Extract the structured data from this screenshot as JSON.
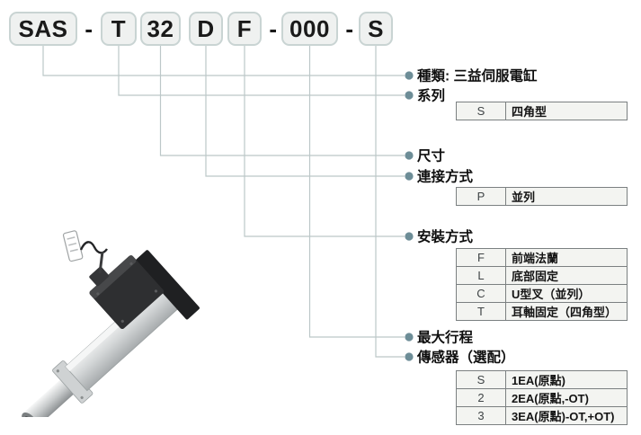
{
  "model_code": {
    "segments": [
      {
        "text": "SAS",
        "kind": "box"
      },
      {
        "text": "-",
        "kind": "dash"
      },
      {
        "text": "T",
        "kind": "box"
      },
      {
        "text": "32",
        "kind": "box"
      },
      {
        "text": "D",
        "kind": "box"
      },
      {
        "text": "F",
        "kind": "box"
      },
      {
        "text": "-",
        "kind": "dash"
      },
      {
        "text": "000",
        "kind": "box"
      },
      {
        "text": "-",
        "kind": "dash"
      },
      {
        "text": "S",
        "kind": "box"
      }
    ]
  },
  "callouts": [
    {
      "label": "種類: 三益伺服電缸"
    },
    {
      "label": "系列",
      "table": [
        {
          "code": "S",
          "value": "四角型"
        }
      ]
    },
    {
      "label": "尺寸"
    },
    {
      "label": "連接方式",
      "table": [
        {
          "code": "P",
          "value": "並列"
        }
      ]
    },
    {
      "label": "安裝方式",
      "table": [
        {
          "code": "F",
          "value": "前端法蘭"
        },
        {
          "code": "L",
          "value": "底部固定"
        },
        {
          "code": "C",
          "value": "U型叉（並列）"
        },
        {
          "code": "T",
          "value": "耳軸固定（四角型）"
        }
      ]
    },
    {
      "label": "最大行程"
    },
    {
      "label": "傳感器（選配）",
      "table": [
        {
          "code": "S",
          "value": "1EA(原點)"
        },
        {
          "code": "2",
          "value": "2EA(原點,-OT)"
        },
        {
          "code": "3",
          "value": "3EA(原點)-OT,+OT)"
        }
      ]
    }
  ],
  "product_image": {
    "name": "electric-cylinder-actuator"
  },
  "colors": {
    "bullet": "#6d8d97",
    "line": "#bcc7c8",
    "box_fill": "#eff1f0",
    "box_border": "#c9d4d3",
    "table_bg": "#f3f4f1",
    "table_border": "#7b8081"
  }
}
